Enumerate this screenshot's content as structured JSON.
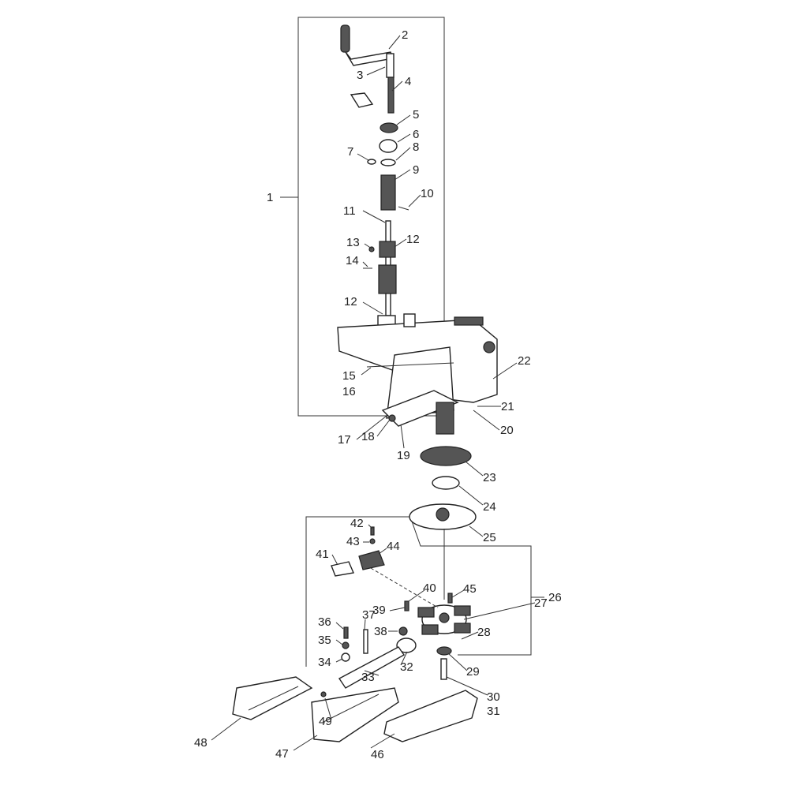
{
  "title": "Exploded parts diagram",
  "callouts": {
    "c1": "1",
    "c2": "2",
    "c3": "3",
    "c4": "4",
    "c5": "5",
    "c6": "6",
    "c7": "7",
    "c8": "8",
    "c9": "9",
    "c10": "10",
    "c11": "11",
    "c12a": "12",
    "c12b": "12",
    "c13": "13",
    "c14": "14",
    "c15": "15",
    "c16": "16",
    "c17": "17",
    "c18": "18",
    "c19": "19",
    "c20": "20",
    "c21": "21",
    "c22": "22",
    "c23": "23",
    "c24": "24",
    "c25": "25",
    "c26": "26",
    "c27": "27",
    "c28": "28",
    "c29": "29",
    "c30": "30",
    "c31": "31",
    "c32": "32",
    "c33": "33",
    "c34": "34",
    "c35": "35",
    "c36": "36",
    "c37": "37",
    "c38": "38",
    "c39": "39",
    "c40": "40",
    "c41": "41",
    "c42": "42",
    "c43": "43",
    "c44": "44",
    "c45": "45",
    "c46": "46",
    "c47": "47",
    "c48": "48",
    "c49": "49"
  }
}
